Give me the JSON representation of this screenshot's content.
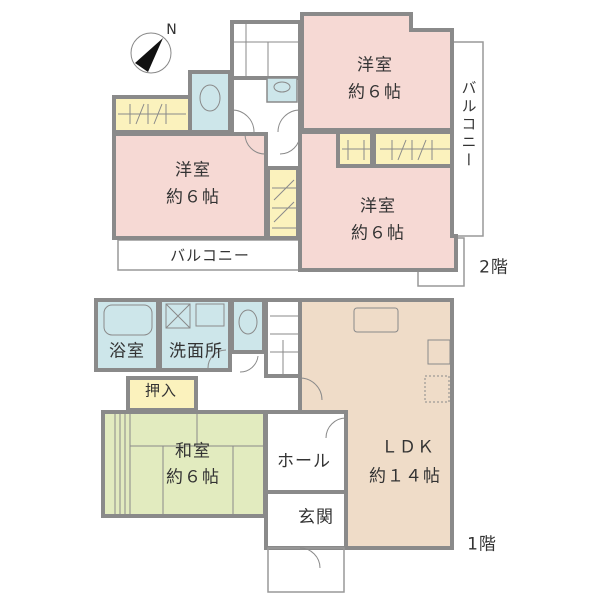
{
  "compass": {
    "label": "N"
  },
  "floor2": {
    "floor_label": "2階",
    "rooms": [
      {
        "name": "洋室",
        "size": "約６帖"
      },
      {
        "name": "洋室",
        "size": "約６帖"
      },
      {
        "name": "洋室",
        "size": "約６帖"
      }
    ],
    "balcony_bottom": "バルコニー",
    "balcony_right": "バルコニー"
  },
  "floor1": {
    "floor_label": "1階",
    "bath": "浴室",
    "washroom": "洗面所",
    "closet": "押入",
    "washitsu": {
      "name": "和室",
      "size": "約６帖"
    },
    "hall": "ホール",
    "ldk": {
      "name": "ＬＤＫ",
      "size": "約１４帖"
    },
    "entrance": "玄関"
  },
  "colors": {
    "wall": "#8a8a8a",
    "western": "#f6d9d4",
    "wet": "#cde6ea",
    "closet": "#fbf2bd",
    "tatami": "#e2ebbf",
    "ldk": "#efdcc8"
  }
}
